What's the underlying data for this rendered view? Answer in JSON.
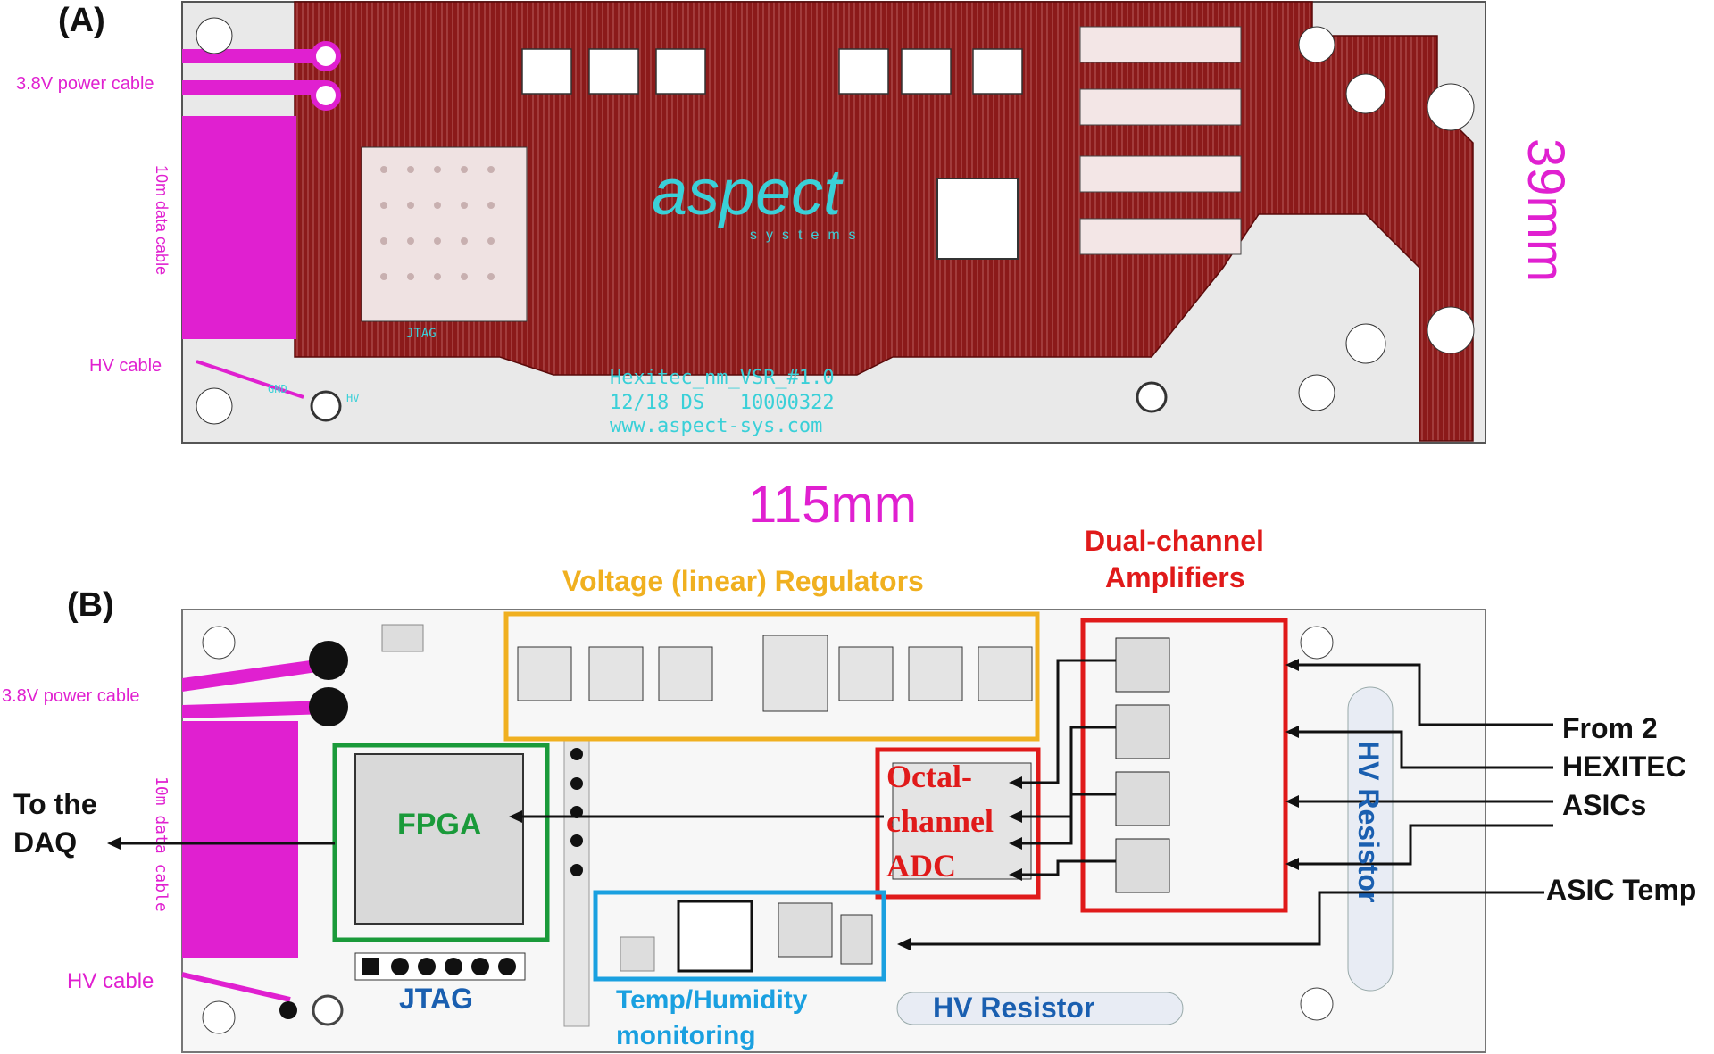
{
  "panel_a": {
    "label": "(A)",
    "power_cable": "3.8V power cable",
    "data_cable": "10m data cable",
    "hv_cable": "HV cable",
    "height_dim": "39mm",
    "width_dim": "115mm",
    "logo_main": "aspect",
    "logo_sub": "systems",
    "silk_line1": "Hexitec_nm_VSR_#1.0",
    "silk_line2": "12/18 DS   10000322",
    "silk_line3": "www.aspect-sys.com",
    "silk_jtag": "JTAG",
    "silk_gnd": "GND",
    "silk_hv": "HV",
    "pcb_color": "#8b1a1a",
    "trace_color": "#d9a7a7"
  },
  "panel_b": {
    "label": "(B)",
    "power_cable": "3.8V power cable",
    "data_cable": "10m data cable",
    "hv_cable": "HV cable",
    "to_daq": [
      "To the",
      "DAQ"
    ],
    "fpga": "FPGA",
    "jtag": "JTAG",
    "regulators": "Voltage (linear) Regulators",
    "amplifiers": [
      "Dual-channel",
      "Amplifiers"
    ],
    "adc": [
      "Octal-",
      "channel",
      "ADC"
    ],
    "temp_humidity": [
      "Temp/Humidity",
      "monitoring"
    ],
    "hv_resistor_bottom": "HV Resistor",
    "hv_resistor_right": "HV Resistor",
    "from_asics": [
      "From 2",
      "HEXITEC",
      "ASICs"
    ],
    "asic_temp": "ASIC Temp",
    "colors": {
      "regulators": "#f0b020",
      "amplifiers": "#e01a1a",
      "adc": "#e01a1a",
      "fpga": "#1a9a3a",
      "temp": "#1aa0e0",
      "hv": "#1a5fb0",
      "cable": "#e020d0"
    }
  }
}
